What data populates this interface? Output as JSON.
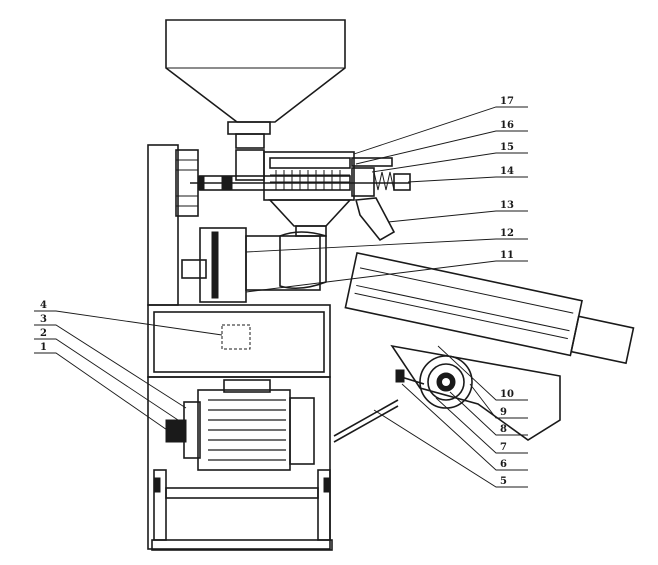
{
  "callouts_left": [
    {
      "label": "4"
    },
    {
      "label": "3"
    },
    {
      "label": "2"
    },
    {
      "label": "1"
    }
  ],
  "callouts_right": [
    {
      "label": "17"
    },
    {
      "label": "16"
    },
    {
      "label": "15"
    },
    {
      "label": "14"
    },
    {
      "label": "13"
    },
    {
      "label": "12"
    },
    {
      "label": "11"
    },
    {
      "label": "10"
    },
    {
      "label": "9"
    },
    {
      "label": "8"
    },
    {
      "label": "7"
    },
    {
      "label": "6"
    },
    {
      "label": "5"
    }
  ]
}
